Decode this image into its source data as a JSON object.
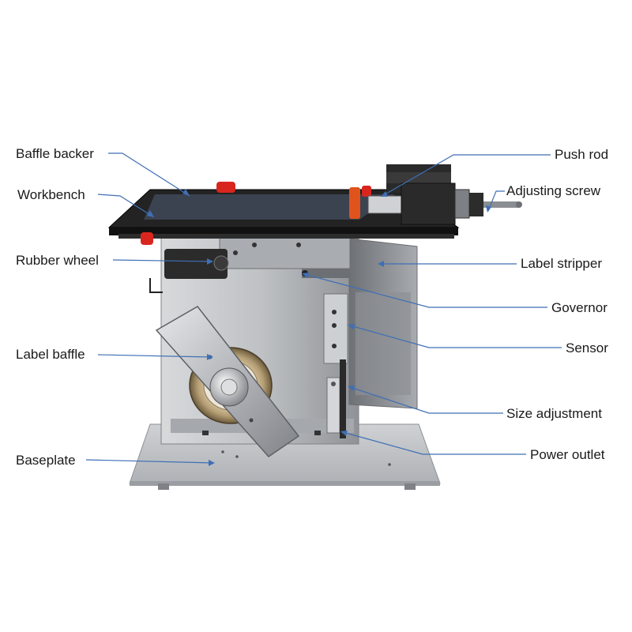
{
  "labels": {
    "baffle_backer": "Baffle backer",
    "workbench": "Workbench",
    "rubber_wheel": "Rubber wheel",
    "label_baffle": "Label baffle",
    "baseplate": "Baseplate",
    "push_rod": "Push rod",
    "adjusting_screw": "Adjusting screw",
    "label_stripper": "Label stripper",
    "governor": "Governor",
    "sensor": "Sensor",
    "size_adjustment": "Size adjustment",
    "power_outlet": "Power outlet"
  },
  "colors": {
    "leader_line": "#3f6fb5",
    "table_top": "#1c1c1c",
    "steel_body": "#b9bcc0",
    "baseplate": "#c4c6c9",
    "red_knob": "#d8261f",
    "orange_knob": "#e0531d"
  }
}
